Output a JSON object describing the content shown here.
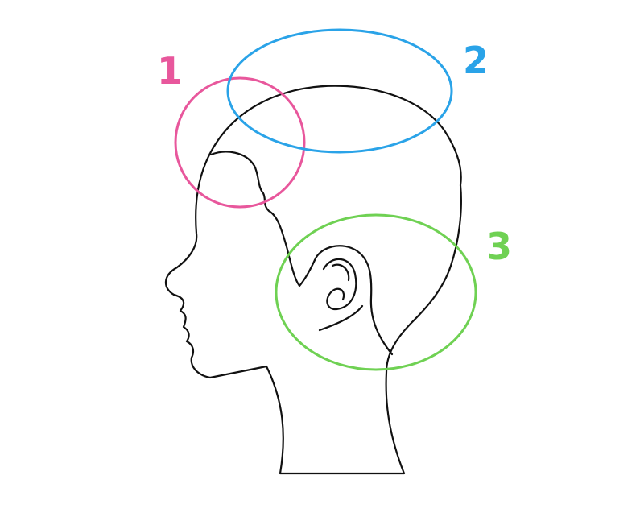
{
  "regions": [
    {
      "label": "1",
      "color": "#e8579c"
    },
    {
      "label": "2",
      "color": "#2aa3e8"
    },
    {
      "label": "3",
      "color": "#6fd153"
    }
  ]
}
